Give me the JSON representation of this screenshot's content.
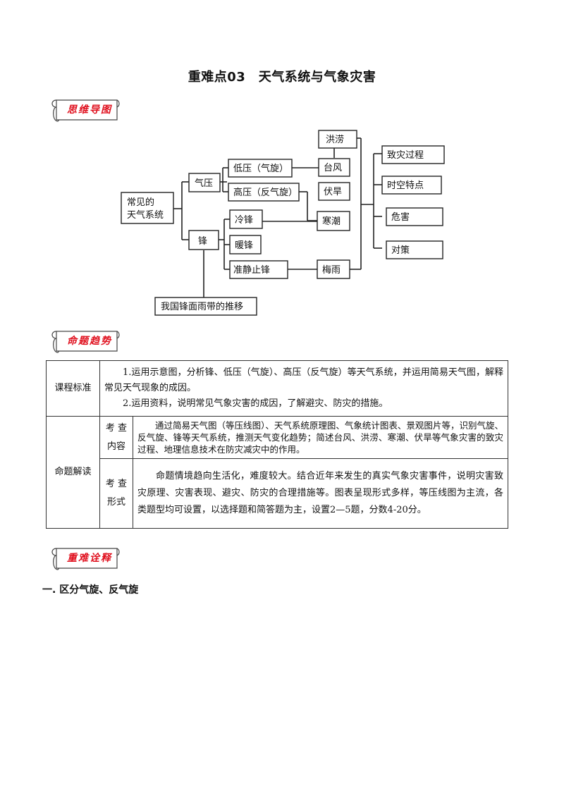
{
  "page": {
    "title": "重难点03　天气系统与气象灾害"
  },
  "labels": {
    "mind_map": "思维导图",
    "trends": "命题趋势",
    "explanation": "重难诠释"
  },
  "mindmap": {
    "root": "常见的\n天气系统",
    "pressure": "气压",
    "front": "锋",
    "low": "低压（气旋）",
    "high": "高压（反气旋）",
    "cold_front": "冷锋",
    "warm_front": "暖锋",
    "stationary_front": "准静止锋",
    "flood": "洪涝",
    "typhoon": "台风",
    "drought": "伏旱",
    "cold_wave": "寒潮",
    "plum_rain": "梅雨",
    "rain_belt": "我国锋面雨带的推移",
    "outcomes": [
      "致灾过程",
      "时空特点",
      "危害",
      "对策"
    ]
  },
  "table": {
    "row1_header": "课程标准",
    "row1_p1": "1.运用示意图，分析锋、低压（气旋）、高压（反气旋）等天气系统，并运用简易天气图，解释常见天气现象的成因。",
    "row1_p2": "2.运用资料，说明常见气象灾害的成因，了解避灾、防灾的措施。",
    "row2_header": "命题解读",
    "sub1_header": "考 查\n内容",
    "sub1_text": "通过简易天气图（等压线图）、天气系统原理图、气象统计图表、景观图片等，识别气旋、反气旋、锋等天气系统，推测天气变化趋势；简述台风、洪涝、寒潮、伏旱等气象灾害的致灾过程、地理信息技术在防灾减灾中的作用。",
    "sub2_header": "考 查\n形式",
    "sub2_text": "命题情境趋向生活化，难度较大。结合近年来发生的真实气象灾害事件，说明灾害致灾原理、灾害表现、避灾、防灾的合理措施等。图表呈现形式多样，等压线图为主流，各类题型均可设置，以选择题和简答题为主，设置2—5题，分数4-20分。"
  },
  "section": {
    "heading": "一. 区分气旋、反气旋"
  }
}
